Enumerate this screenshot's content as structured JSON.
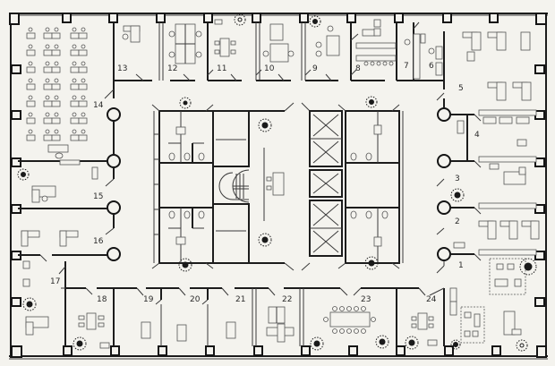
{
  "diagram": {
    "type": "architectural-floor-plan",
    "description": "Office floor plan with numbered rooms around a central core (stairs, elevators, restrooms)",
    "colors": {
      "background": "#f4f3ee",
      "ink": "#1c1c1c",
      "furniture": "#555555"
    },
    "rooms": [
      {
        "id": "1",
        "label": "1"
      },
      {
        "id": "2",
        "label": "2"
      },
      {
        "id": "3",
        "label": "3"
      },
      {
        "id": "4",
        "label": "4"
      },
      {
        "id": "5",
        "label": "5"
      },
      {
        "id": "6",
        "label": "6"
      },
      {
        "id": "7",
        "label": "7"
      },
      {
        "id": "8",
        "label": "8"
      },
      {
        "id": "9",
        "label": "9"
      },
      {
        "id": "10",
        "label": "10"
      },
      {
        "id": "11",
        "label": "11"
      },
      {
        "id": "12",
        "label": "12"
      },
      {
        "id": "13",
        "label": "13"
      },
      {
        "id": "14",
        "label": "14"
      },
      {
        "id": "15",
        "label": "15"
      },
      {
        "id": "16",
        "label": "16"
      },
      {
        "id": "17",
        "label": "17"
      },
      {
        "id": "18",
        "label": "18"
      },
      {
        "id": "19",
        "label": "19"
      },
      {
        "id": "20",
        "label": "20"
      },
      {
        "id": "21",
        "label": "21"
      },
      {
        "id": "22",
        "label": "22"
      },
      {
        "id": "23",
        "label": "23"
      },
      {
        "id": "24",
        "label": "24"
      }
    ],
    "core": {
      "elements": [
        "stairwell",
        "elevators",
        "restrooms",
        "lobby-corridor"
      ]
    }
  }
}
